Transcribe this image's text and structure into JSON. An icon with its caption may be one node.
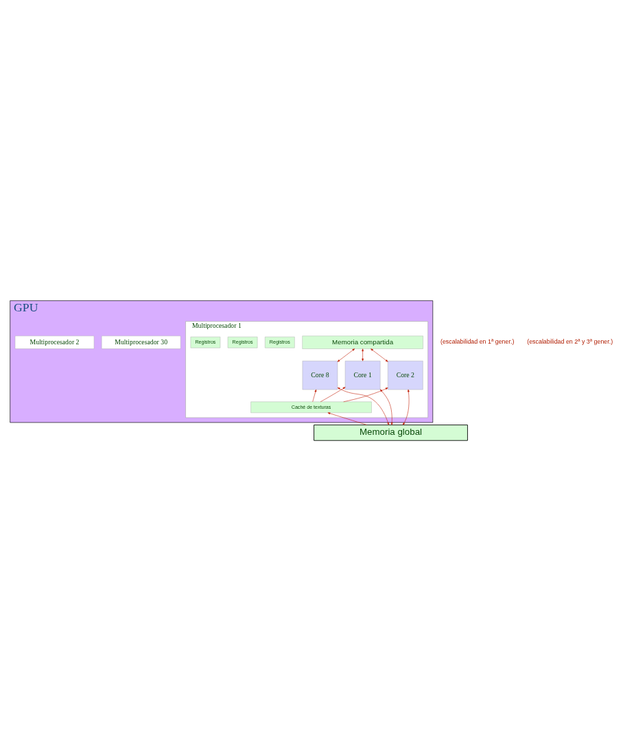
{
  "diagram": {
    "nodes": [
      {
        "text": [
          "GPU"
        ]
      },
      {
        "text": [
          "Multiprocesador 30"
        ],
        "in": 0
      },
      {
        "text": [
          "Multiprocesador 2"
        ],
        "in": 0
      },
      {
        "text": [
          "Multiprocesador 1"
        ],
        "in": 0
      },
      {
        "text": [
          "Memoria compartida"
        ],
        "in": 3
      },
      {
        "text": [
          "Registros"
        ],
        "in": 3
      },
      {
        "text": [
          "Core 1"
        ],
        "in": 3
      },
      {
        "text": [
          "Registros"
        ],
        "in": 3
      },
      {
        "text": [
          "Core 2"
        ],
        "in": 3
      },
      {
        "text": [
          "Registros"
        ],
        "in": 3
      },
      {
        "text": [
          "Core 8"
        ],
        "in": 3
      },
      {
        "text": [
          "Caché de texturas"
        ],
        "in": 3
      },
      {
        "text": [
          "Memoria global"
        ]
      }
    ],
    "edges": [
      {
        "from": 4,
        "to": 6,
        "arrow": "both"
      },
      {
        "from": 4,
        "to": 8,
        "arrow": "both"
      },
      {
        "from": 4,
        "to": 10,
        "arrow": "both"
      },
      {
        "from": 11,
        "to": 6,
        "arrow": "to"
      },
      {
        "from": 11,
        "to": 8,
        "arrow": "to"
      },
      {
        "from": 11,
        "to": 10,
        "arrow": "to"
      },
      {
        "from": 6,
        "to": 12,
        "arrow": "both"
      },
      {
        "from": 8,
        "to": 12,
        "arrow": "both"
      },
      {
        "from": 10,
        "to": 12,
        "arrow": "both"
      },
      {
        "from": 12,
        "to": 11,
        "arrow": "to"
      }
    ],
    "labels": [
      "(escalabilidad en 1ª gener.)",
      "(escalabilidad en 2ª y 3ª gener.)"
    ]
  }
}
